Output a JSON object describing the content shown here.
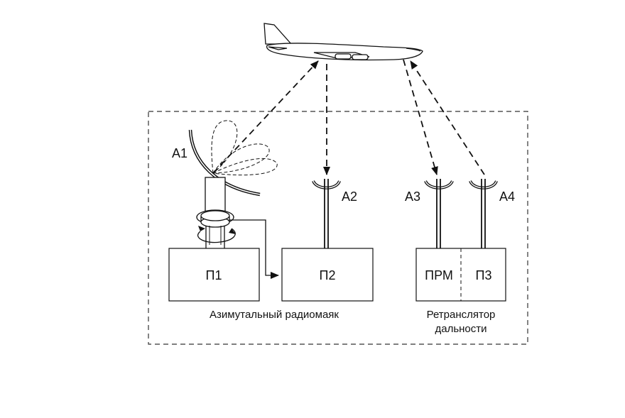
{
  "diagram": {
    "antennas": {
      "a1": "А1",
      "a2": "А2",
      "a3": "А3",
      "a4": "А4"
    },
    "blocks": {
      "p1": "П1",
      "p2": "П2",
      "prm": "ПРМ",
      "p3": "П3"
    },
    "captions": {
      "azimuth_beacon": "Азимутальный радиомаяк",
      "range_transponder_line1": "Ретранслятор",
      "range_transponder_line2": "дальности"
    },
    "colors": {
      "stroke": "#111111",
      "background": "#ffffff"
    }
  }
}
